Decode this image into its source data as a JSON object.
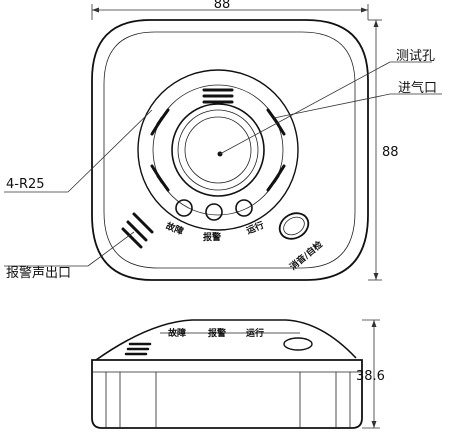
{
  "dimensions": {
    "width": "88",
    "height": "88",
    "depth": "38.6"
  },
  "callouts": {
    "test_hole": "测试孔",
    "air_inlet": "进气口",
    "corner_radius": "4-R25",
    "alarm_outlet": "报警声出口"
  },
  "indicators": {
    "fault": "故障",
    "alarm": "报警",
    "run": "运行"
  },
  "button_label": "消音/自检",
  "side_view_labels": {
    "fault": "故障",
    "alarm": "报警",
    "run": "运行"
  }
}
